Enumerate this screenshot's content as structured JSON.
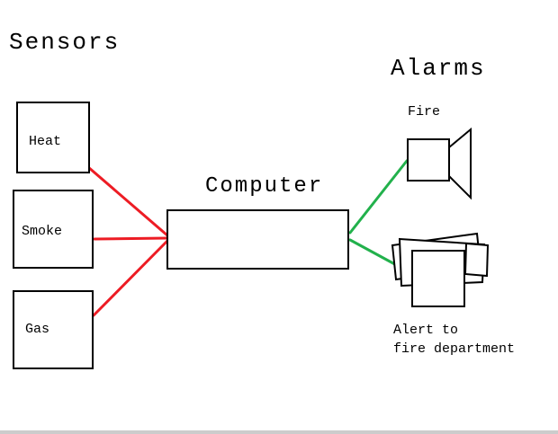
{
  "diagram": {
    "title_left": "Sensors",
    "title_right": "Alarms",
    "sensors": [
      {
        "label": "Heat"
      },
      {
        "label": "Smoke"
      },
      {
        "label": "Gas"
      }
    ],
    "computer": {
      "label": "Computer"
    },
    "alarms": {
      "fire_label": "Fire",
      "alert_line1": "Alert to",
      "alert_line2": "fire department"
    },
    "colors": {
      "sensor_connection": "#ed1c24",
      "alarm_connection": "#22b14c",
      "outline": "#000000",
      "background": "#ffffff"
    }
  }
}
